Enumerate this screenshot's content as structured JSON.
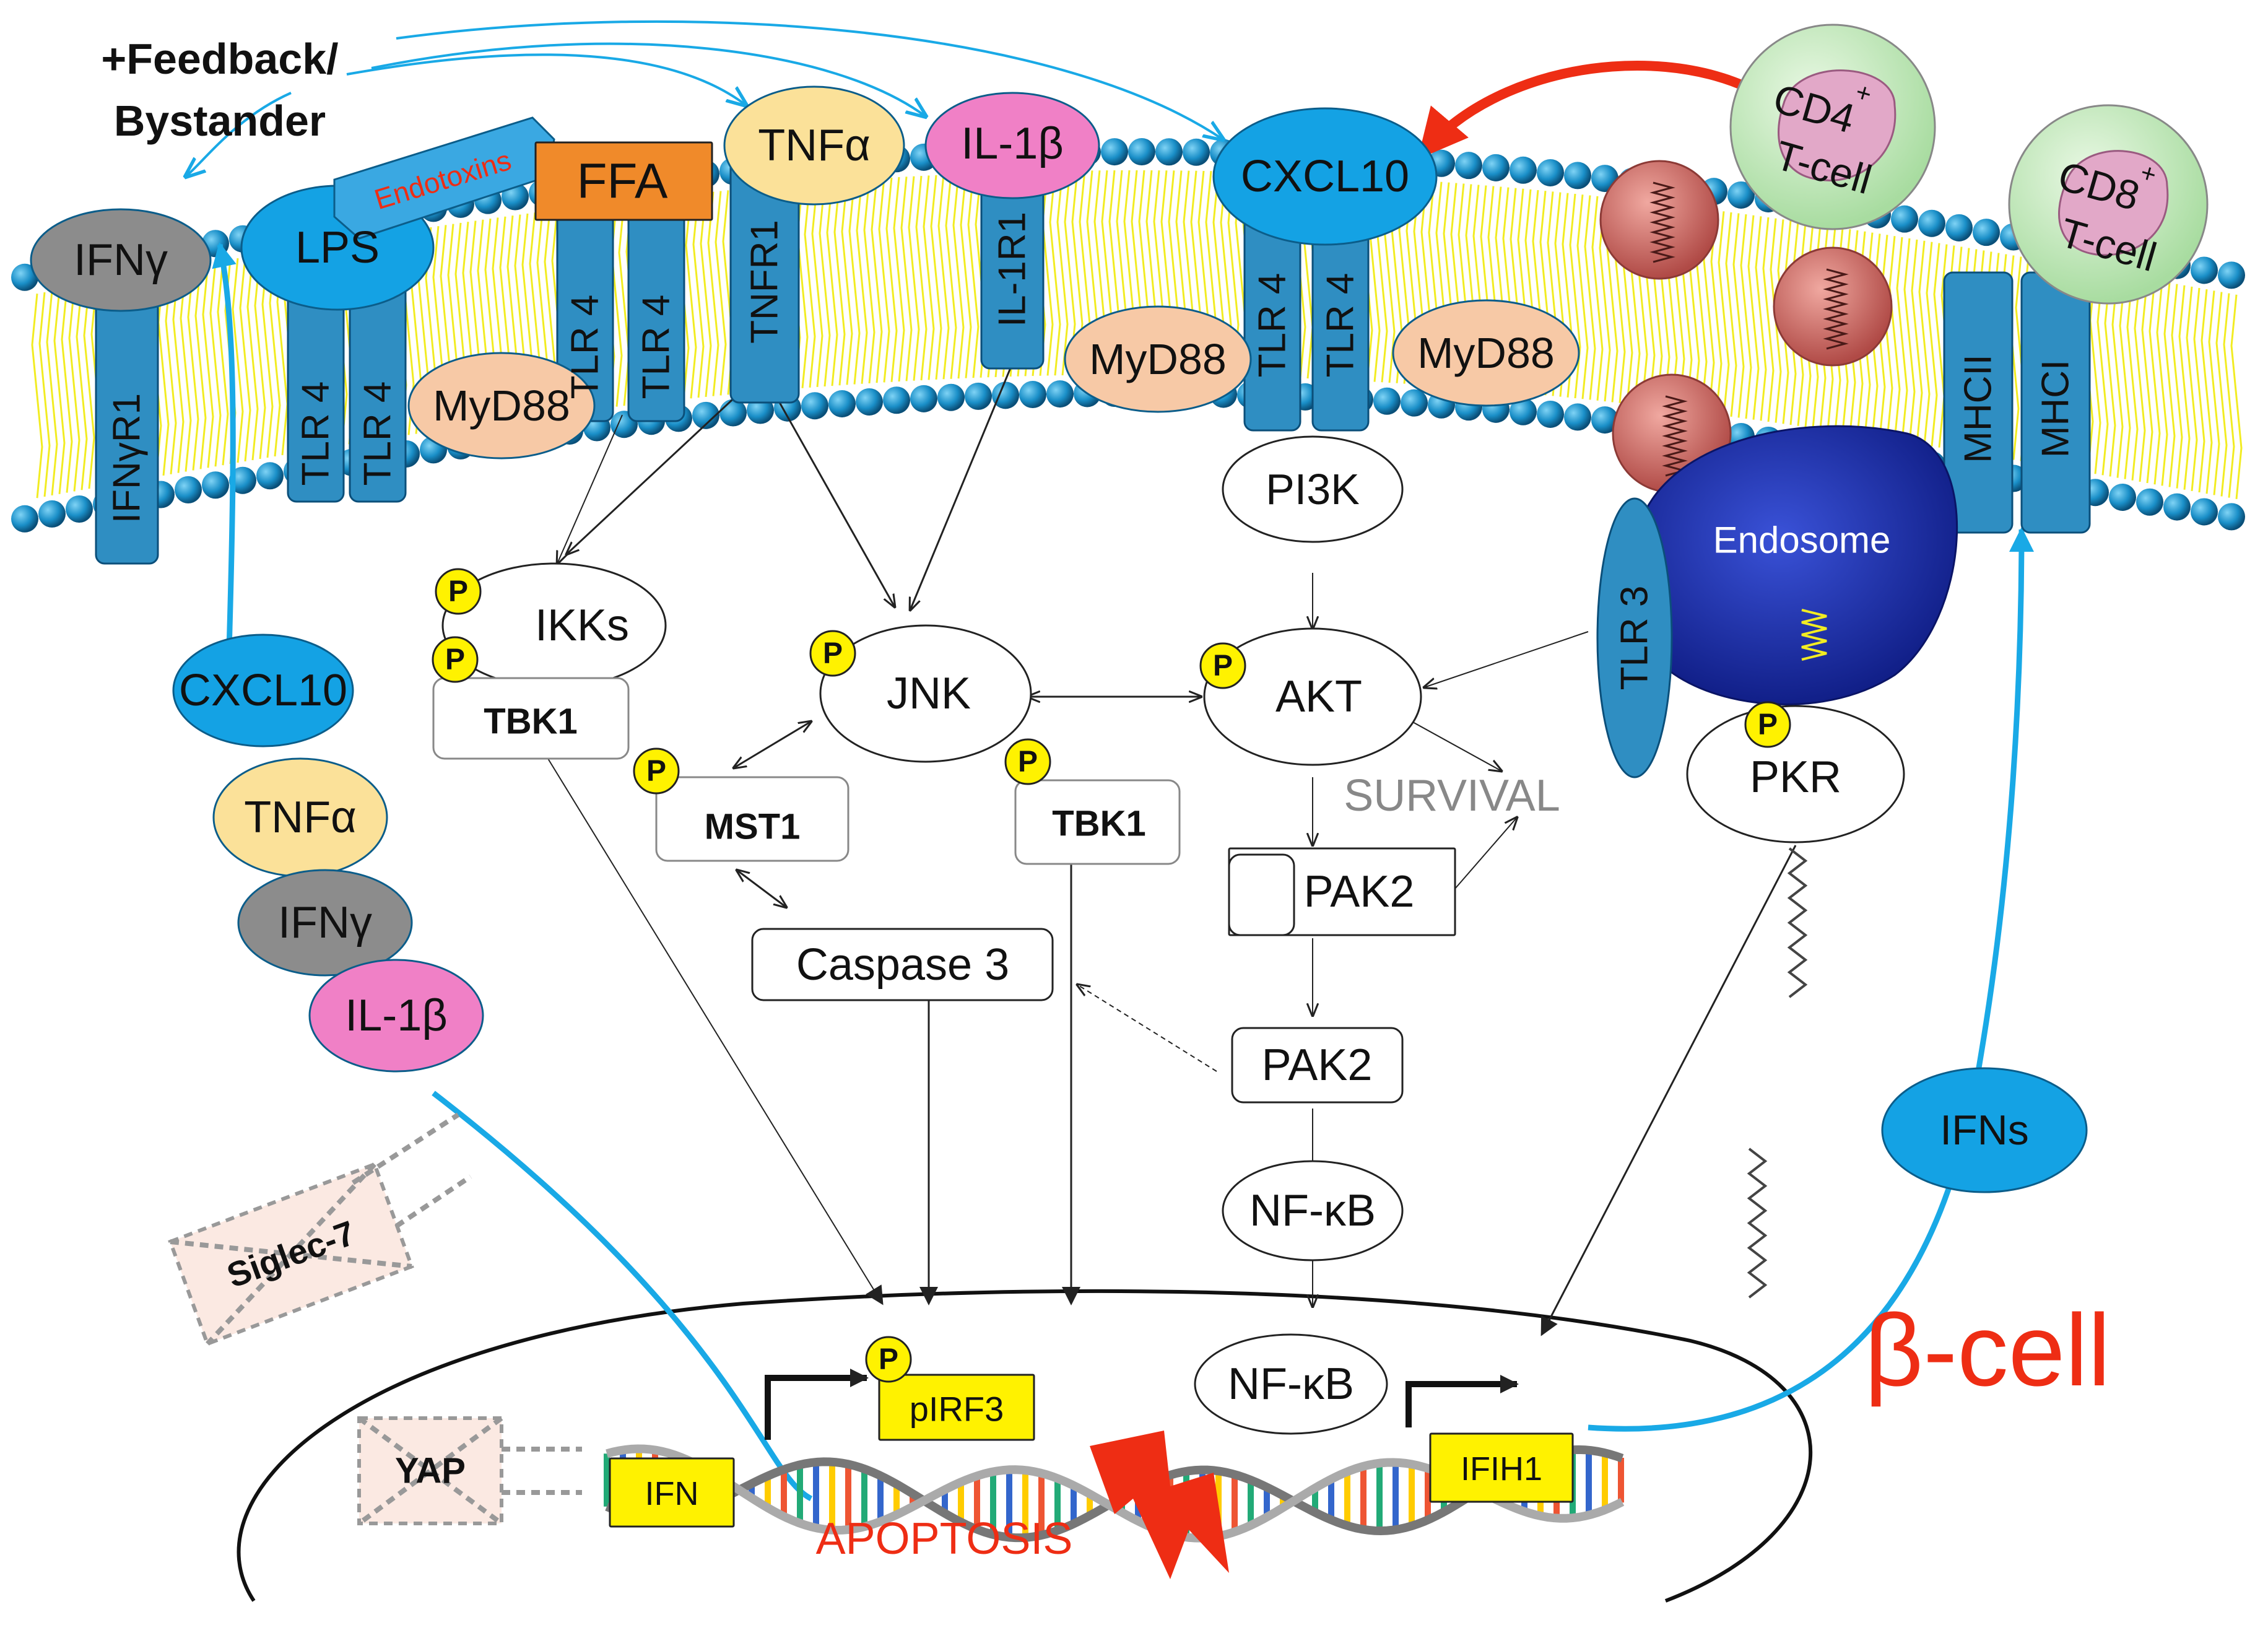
{
  "labels": {
    "feedback_line1": "+Feedback/",
    "feedback_line2": "Bystander",
    "endotoxins": "Endotoxins",
    "ffa": "FFA",
    "tnfa_top": "TNFα",
    "il1b_top": "IL-1β",
    "cxcl10_top": "CXCL10",
    "cd4_main": "CD4",
    "cd4_sup": "+",
    "cd4_sub": "T-cell",
    "cd8_main": "CD8",
    "cd8_sup": "+",
    "cd8_sub": "T-cell",
    "ifng_top": "IFNγ",
    "lps": "LPS",
    "ifngr1": "IFNγR1",
    "tlr4": "TLR 4",
    "tnfr1": "TNFR1",
    "il1r1": "IL-1R1",
    "myd88": "MyD88",
    "mhcii": "MHCII",
    "mhci": "MHCI",
    "pi3k": "PI3K",
    "endosome": "Endosome",
    "tlr3": "TLR 3",
    "p": "P",
    "ikks": "IKKs",
    "tbk1": "TBK1",
    "jnk": "JNK",
    "akt": "AKT",
    "mst1": "MST1",
    "survival": "SURVIVAL",
    "pkr": "PKR",
    "pak2": "PAK2",
    "caspase3": "Caspase 3",
    "cxcl10_left": "CXCL10",
    "tnfa_left": "TNFα",
    "ifng_left": "IFNγ",
    "il1b_left": "IL-1β",
    "nfkb": "NF-κB",
    "ifns": "IFNs",
    "siglec7": "Siglec-7",
    "beta_cell": "β-cell",
    "yap": "YAP",
    "ifn": "IFN",
    "pirf3": "pIRF3",
    "ifih1": "IFIH1",
    "apoptosis": "APOPTOSIS"
  },
  "colors": {
    "receptor": "#2f8ec2",
    "membrane_bead": "#1a8fc8",
    "tail": "#f2ec22",
    "tnfa": "#fbe199",
    "il1b": "#f080c6",
    "cxcl10": "#14a2e4",
    "ifng": "#8c8c8c",
    "myd88": "#f7c9a6",
    "ffa": "#f08a2a",
    "endosome": "#1d2fa8",
    "cyan_arrow": "#19a9e6",
    "red": "#ee2d14",
    "phospho": "#fff200",
    "gene_box": "#fff200",
    "tcell": "#c9ebc3",
    "virus": "#d6716c"
  }
}
